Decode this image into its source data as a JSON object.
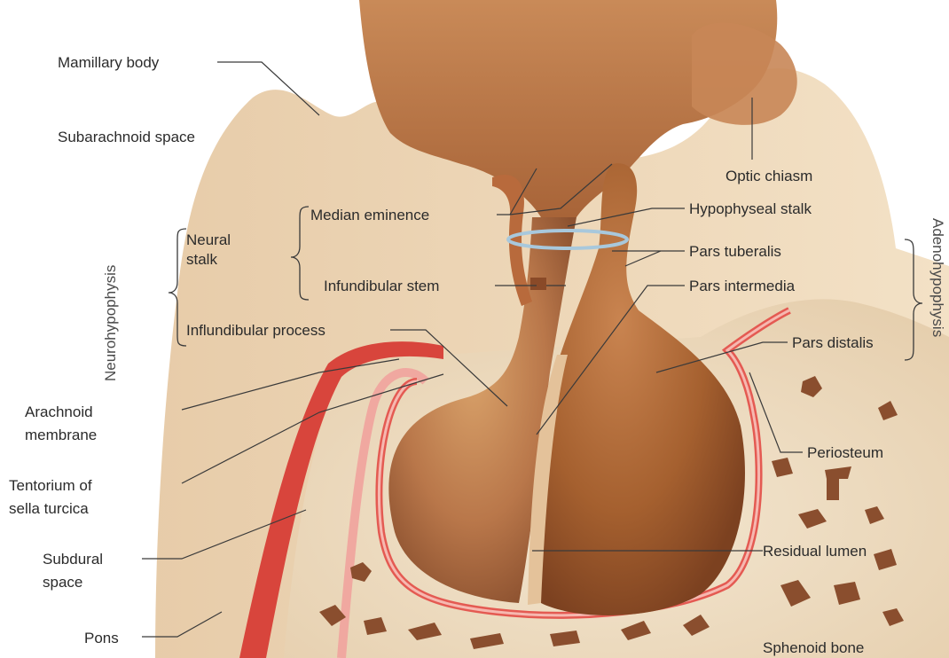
{
  "colors": {
    "background": "#ffffff",
    "brain_tissue": "#e8cca4",
    "brain_shadow": "#d8b48a",
    "neuro_brown": "#a8623a",
    "neuro_dark": "#8a4a28",
    "adeno_brown": "#9c5a30",
    "membrane_red": "#d8403a",
    "membrane_pink": "#f0a8a0",
    "bone_fill": "#efe0c8",
    "bone_spot": "#8a4e2e",
    "ring_blue": "#a8c8dc"
  },
  "labels": {
    "mamillary_body": "Mamillary body",
    "subarachnoid_space": "Subarachnoid space",
    "optic_chiasm": "Optic chiasm",
    "median_eminence": "Median eminence",
    "hypophyseal_stalk": "Hypophyseal stalk",
    "neural_stalk_line1": "Neural",
    "neural_stalk_line2": "stalk",
    "pars_tuberalis": "Pars tuberalis",
    "infundibular_stem": "Infundibular stem",
    "pars_intermedia": "Pars intermedia",
    "infundibular_process": "Influndibular process",
    "pars_distalis": "Pars distalis",
    "arachnoid_line1": "Arachnoid",
    "arachnoid_line2": "membrane",
    "periosteum": "Periosteum",
    "tentorium_line1": "Tentorium of",
    "tentorium_line2": "sella turcica",
    "subdural_line1": "Subdural",
    "subdural_line2": "space",
    "residual_lumen": "Residual lumen",
    "pons": "Pons",
    "sphenoid_bone": "Sphenoid bone",
    "neurohypophysis": "Neurohypophysis",
    "adenohypophysis": "Adenohypophysis"
  }
}
